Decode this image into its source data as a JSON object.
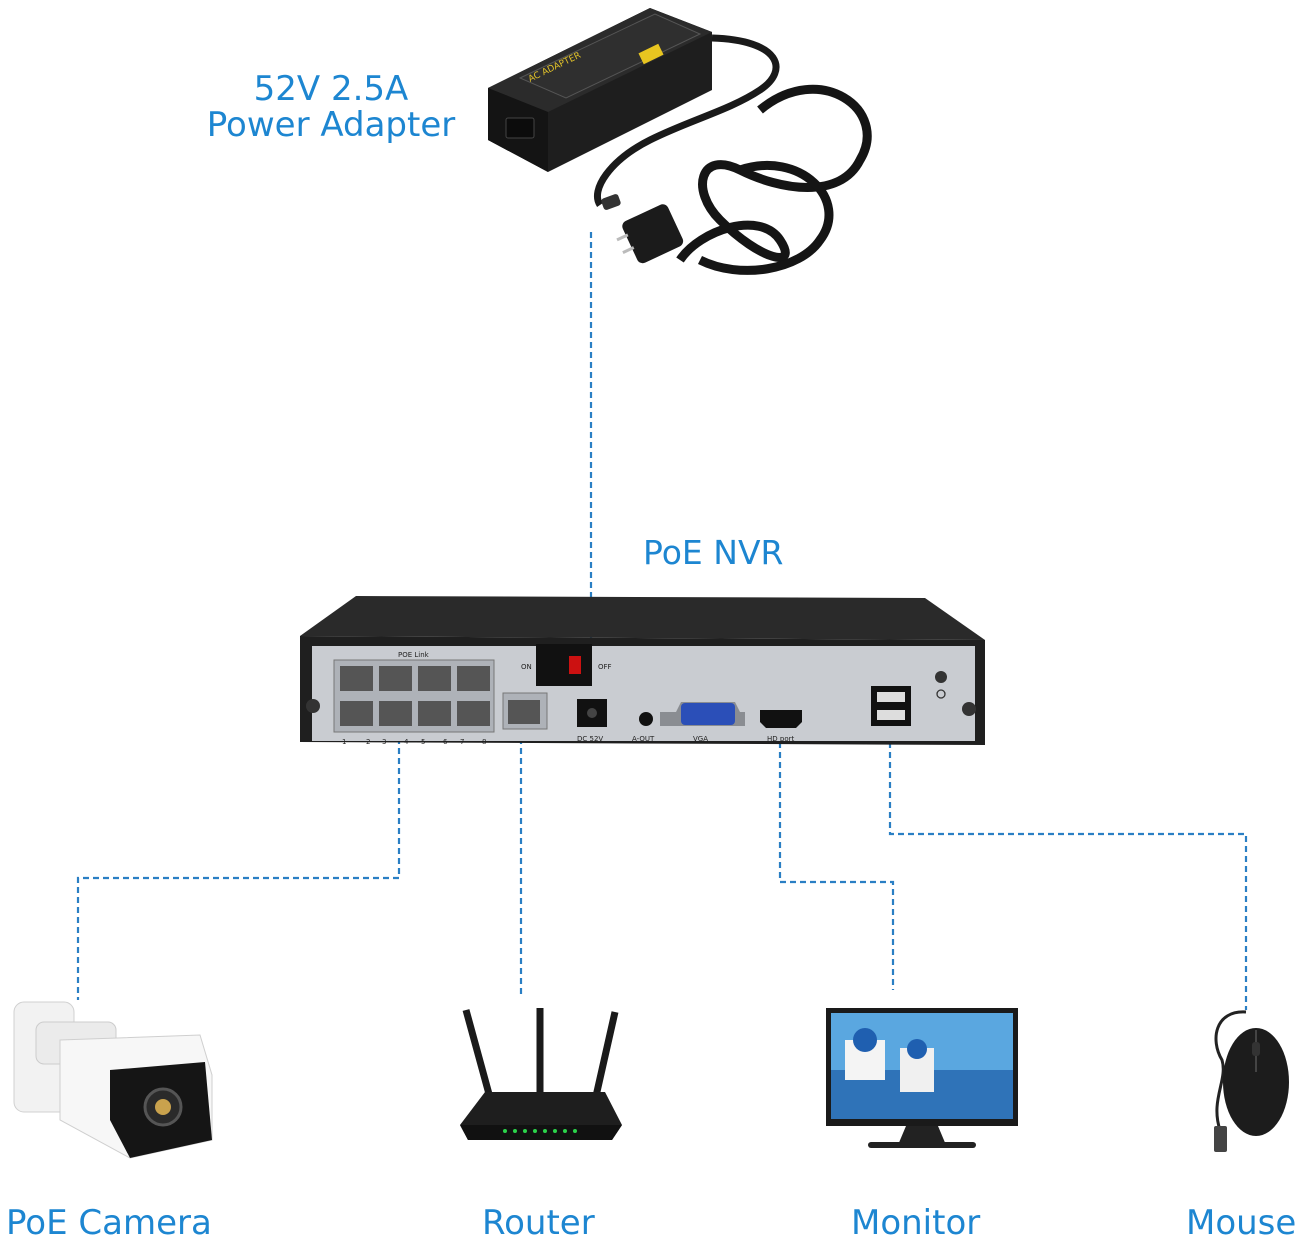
{
  "power_adapter": {
    "voltage_current": "52V 2.5A",
    "name": "Power Adapter",
    "printed_label": "AC ADAPTER"
  },
  "nvr": {
    "name": "PoE NVR",
    "panel": {
      "poe_link": "POE Link",
      "on": "ON",
      "off": "OFF",
      "dc": "DC 52V",
      "audio_out": "A-OUT",
      "vga": "VGA",
      "hdmi": "HD port",
      "port_numbers": [
        "1",
        "2",
        "3",
        "4",
        "5",
        "6",
        "7",
        "8"
      ]
    }
  },
  "devices": {
    "camera": "PoE Camera",
    "router": "Router",
    "monitor": "Monitor",
    "mouse": "Mouse"
  },
  "colors": {
    "accent": "#1d86d1",
    "connector_line": "#2a7fc4",
    "device_black": "#1c1c1c",
    "panel_silver": "#c9ccd1"
  },
  "icons": [
    "power-adapter-icon",
    "nvr-device-icon",
    "camera-icon",
    "router-icon",
    "monitor-icon",
    "mouse-icon"
  ]
}
